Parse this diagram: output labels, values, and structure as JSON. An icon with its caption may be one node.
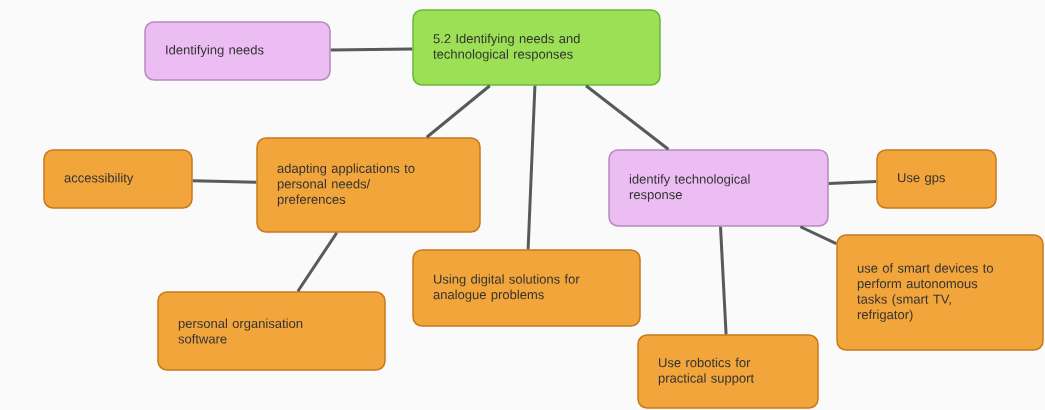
{
  "diagram": {
    "nodes": [
      {
        "text": [
          "5.2 Identifying needs and technological responses"
        ]
      },
      {
        "text": [
          "Identifying needs"
        ]
      },
      {
        "text": [
          "adapting applications to personal needs/ preferences"
        ]
      },
      {
        "text": [
          "accessibility"
        ]
      },
      {
        "text": [
          "personal organisation software"
        ]
      },
      {
        "text": [
          "Using digital solutions for analogue problems"
        ]
      },
      {
        "text": [
          "identify technological response"
        ]
      },
      {
        "text": [
          "Use gps"
        ]
      },
      {
        "text": [
          "use of smart devices to perform autonomous tasks (smart TV, refrigator)"
        ]
      },
      {
        "text": [
          "Use robotics for practical support"
        ]
      }
    ],
    "edges": [
      {
        "from": 0,
        "to": 1,
        "arrow": "none"
      },
      {
        "from": 0,
        "to": 2,
        "arrow": "none"
      },
      {
        "from": 0,
        "to": 5,
        "arrow": "none"
      },
      {
        "from": 0,
        "to": 6,
        "arrow": "none"
      },
      {
        "from": 2,
        "to": 3,
        "arrow": "none"
      },
      {
        "from": 2,
        "to": 4,
        "arrow": "none"
      },
      {
        "from": 6,
        "to": 7,
        "arrow": "none"
      },
      {
        "from": 6,
        "to": 8,
        "arrow": "none"
      },
      {
        "from": 6,
        "to": 9,
        "arrow": "none"
      }
    ]
  }
}
